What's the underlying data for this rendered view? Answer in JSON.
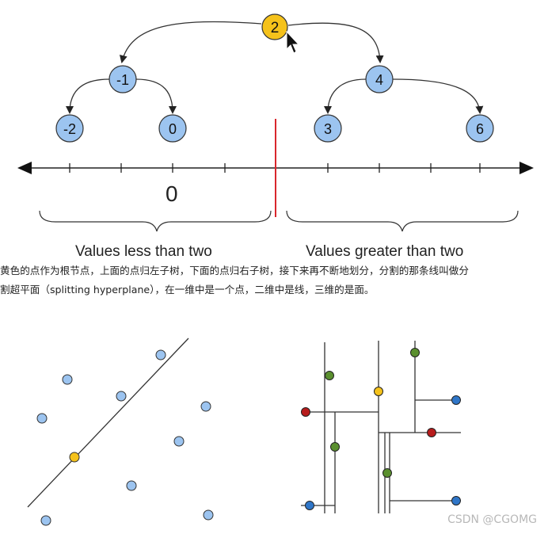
{
  "tree": {
    "nodes": [
      {
        "id": "root",
        "label": "2"
      },
      {
        "id": "left",
        "label": "-1"
      },
      {
        "id": "right",
        "label": "4"
      },
      {
        "id": "left-left",
        "label": "-2"
      },
      {
        "id": "left-right",
        "label": "0"
      },
      {
        "id": "right-left",
        "label": "3"
      },
      {
        "id": "right-right",
        "label": "6"
      }
    ],
    "axis_zero_label": "0",
    "left_group_label": "Values less than two",
    "right_group_label": "Values greater than two"
  },
  "caption": {
    "line1": "黄色的点作为根节点，上面的点归左子树，下面的点归右子树，接下来再不断地划分，分割的那条线叫做分",
    "line2": "割超平面（splitting hyperplane），在一维中是一个点，二维中是线，三维的是面。"
  },
  "colors": {
    "node_blue": "#9cc4f0",
    "node_yellow": "#f5c21b",
    "split_red": "#d9262c",
    "point_green": "#5a8f2e",
    "point_red": "#b71c1c",
    "point_blue": "#2f76c8"
  },
  "watermark": "CSDN @CGOMG"
}
